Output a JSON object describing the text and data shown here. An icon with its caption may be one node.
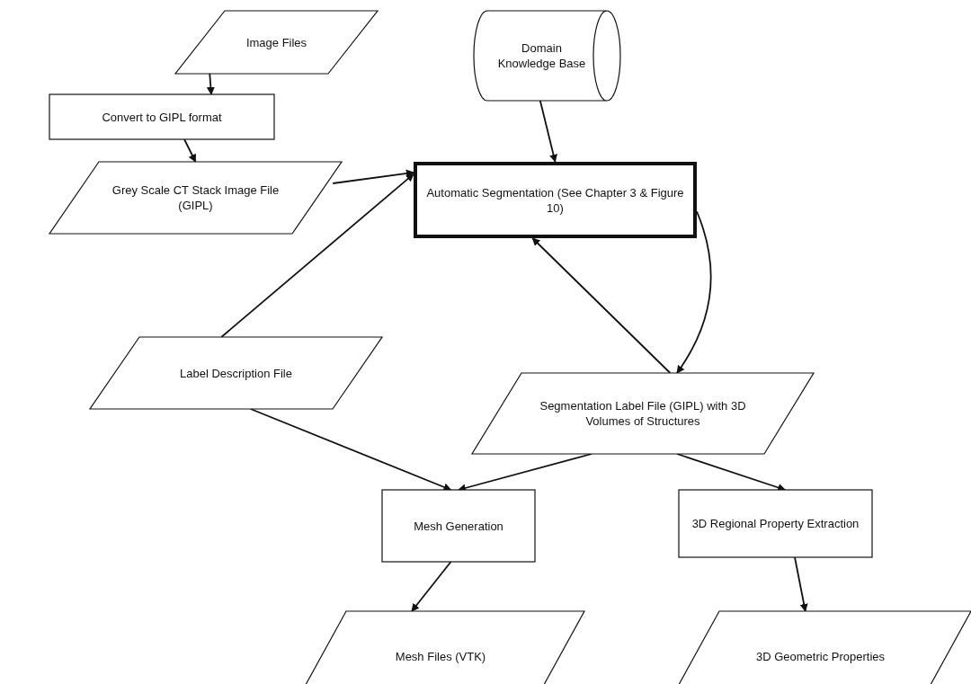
{
  "diagram": {
    "nodes": [
      {
        "text": [
          "Image Files"
        ]
      },
      {
        "text": [
          "Convert to GIPL format"
        ]
      },
      {
        "text": [
          "Grey Scale CT Stack Image File (GIPL)"
        ]
      },
      {
        "text": [
          "Domain Knowledge Base"
        ]
      },
      {
        "text": [
          "Automatic Segmentation (See Chapter 3 & Figure 10)"
        ]
      },
      {
        "text": [
          "Label Description File"
        ]
      },
      {
        "text": [
          "Segmentation Label File (GIPL) with 3D Volumes of Structures"
        ]
      },
      {
        "text": [
          "Mesh Generation"
        ]
      },
      {
        "text": [
          "3D Regional Property Extraction"
        ]
      },
      {
        "text": [
          "Mesh Files (VTK)"
        ]
      },
      {
        "text": [
          "3D Geometric Properties"
        ]
      }
    ],
    "edges": [
      {
        "from": 0,
        "to": 1,
        "arrow": "to"
      },
      {
        "from": 1,
        "to": 2,
        "arrow": "to"
      },
      {
        "from": 3,
        "to": 4,
        "arrow": "to"
      },
      {
        "from": 2,
        "to": 4,
        "arrow": "to"
      },
      {
        "from": 5,
        "to": 4,
        "arrow": "to"
      },
      {
        "from": 4,
        "to": 6,
        "arrow": "to"
      },
      {
        "from": 6,
        "to": 4,
        "arrow": "to"
      },
      {
        "from": 5,
        "to": 7,
        "arrow": "to"
      },
      {
        "from": 6,
        "to": 7,
        "arrow": "to"
      },
      {
        "from": 6,
        "to": 8,
        "arrow": "to"
      },
      {
        "from": 7,
        "to": 9,
        "arrow": "to"
      },
      {
        "from": 8,
        "to": 10,
        "arrow": "to"
      }
    ]
  }
}
